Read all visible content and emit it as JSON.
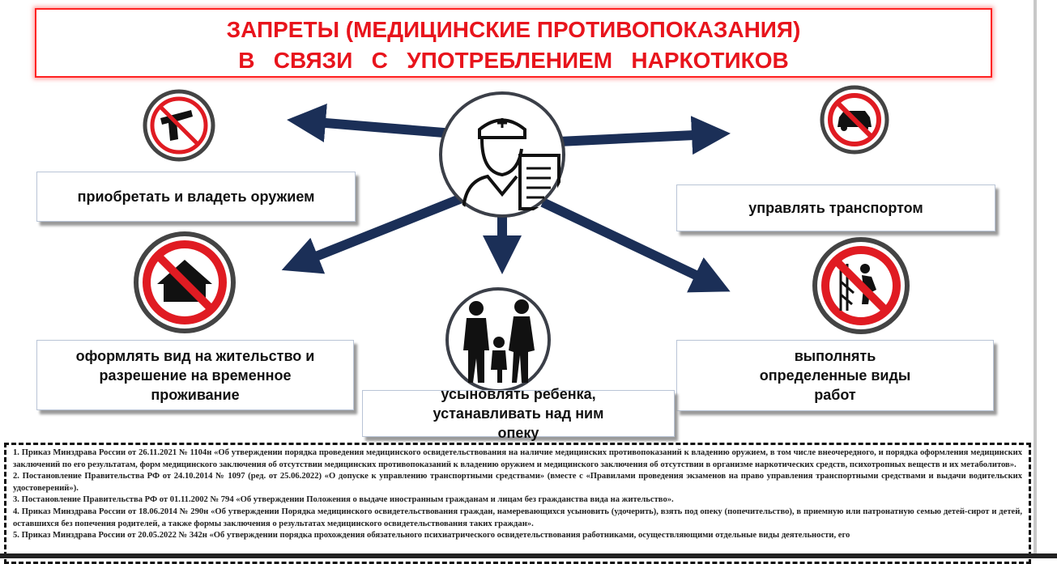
{
  "title": {
    "line1": "ЗАПРЕТЫ (МЕДИЦИНСКИЕ ПРОТИВОПОКАЗАНИЯ)",
    "line2": "В   СВЯЗИ   С   УПОТРЕБЛЕНИЕМ   НАРКОТИКОВ"
  },
  "items": {
    "weapon": "приобретать и владеть оружием",
    "transport": "управлять транспортом",
    "residence": "оформлять вид на жительство и разрешение на временное проживание",
    "work": "выполнять определенные виды работ",
    "adoption": "усыновлять ребенка, устанавливать над ним опеку"
  },
  "colors": {
    "title_red": "#e8141c",
    "arrow_navy": "#1b2f57",
    "prohibition_red": "#e01b22"
  },
  "footnotes": [
    "1. Приказ Минздрава России от 26.11.2021 № 1104н «Об утверждении порядка проведения медицинского освидетельствования на наличие медицинских противопоказаний к владению оружием, в том числе внеочередного, и порядка оформления медицинских заключений по его результатам, форм медицинского заключения об отсутствии медицинских противопоказаний к владению оружием и медицинского заключения об отсутствии в организме наркотических средств, психотропных веществ и их метаболитов».",
    "2. Постановление Правительства РФ от 24.10.2014 № 1097 (ред. от 25.06.2022) «О допуске к управлению транспортными средствами» (вместе с «Правилами проведения экзаменов на право управления транспортными средствами и выдачи водительских удостоверений»).",
    "3. Постановление Правительства РФ от 01.11.2002  № 794 «Об утверждении Положения о выдаче иностранным гражданам и лицам без гражданства вида на жительство».",
    "4. Приказ Минздрава России от 18.06.2014 № 290н «Об утверждении Порядка медицинского освидетельствования граждан, намеревающихся усыновить (удочерить), взять под опеку (попечительство), в приемную или патронатную семью детей-сирот и детей, оставшихся без попечения родителей, а также формы заключения о результатах медицинского освидетельствования таких граждан».",
    "5. Приказ Минздрава России от 20.05.2022 № 342н «Об утверждении порядка прохождения обязательного психиатрического освидетельствования работниками, осуществляющими отдельные виды деятельности, его"
  ]
}
